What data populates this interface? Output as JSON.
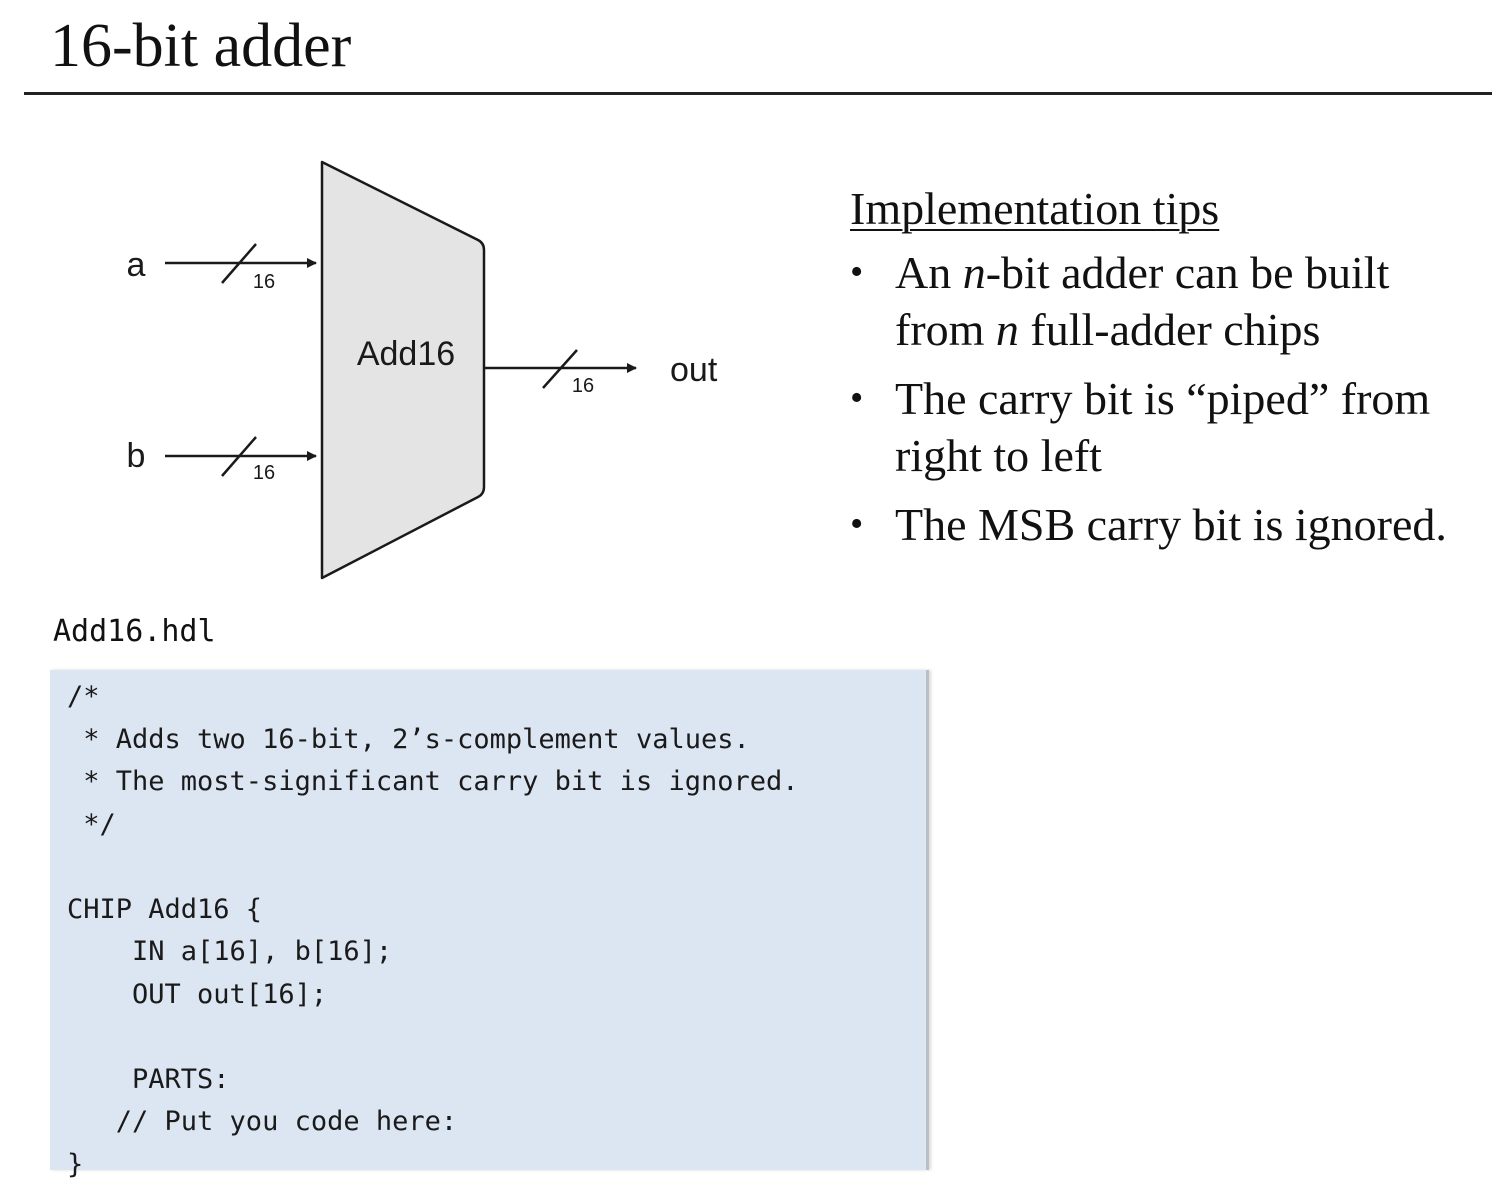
{
  "slide": {
    "title": "16-bit adder"
  },
  "diagram": {
    "chip_label": "Add16",
    "inputs": [
      {
        "name": "a",
        "width": "16"
      },
      {
        "name": "b",
        "width": "16"
      }
    ],
    "output": {
      "name": "out",
      "width": "16"
    },
    "colors": {
      "chip_fill": "#e4e4e4",
      "stroke": "#1a1a1a"
    }
  },
  "tips": {
    "heading": "Implementation tips",
    "items": [
      {
        "pre": "An ",
        "em": "n",
        "post": "-bit adder can be built from ",
        "em2": "n",
        "post2": " full-adder chips"
      },
      {
        "pre": "The carry bit is “piped” from right to left"
      },
      {
        "pre": "The MSB carry bit is ignored."
      }
    ]
  },
  "code": {
    "filename": "Add16.hdl",
    "lines": [
      "/*",
      " * Adds two 16-bit, 2’s-complement values.",
      " * The most-significant carry bit is ignored.",
      " */",
      "",
      "CHIP Add16 {",
      "    IN a[16], b[16];",
      "    OUT out[16];",
      "",
      "    PARTS:",
      "   // Put you code here:",
      "}"
    ],
    "background": "#dce5f2"
  }
}
